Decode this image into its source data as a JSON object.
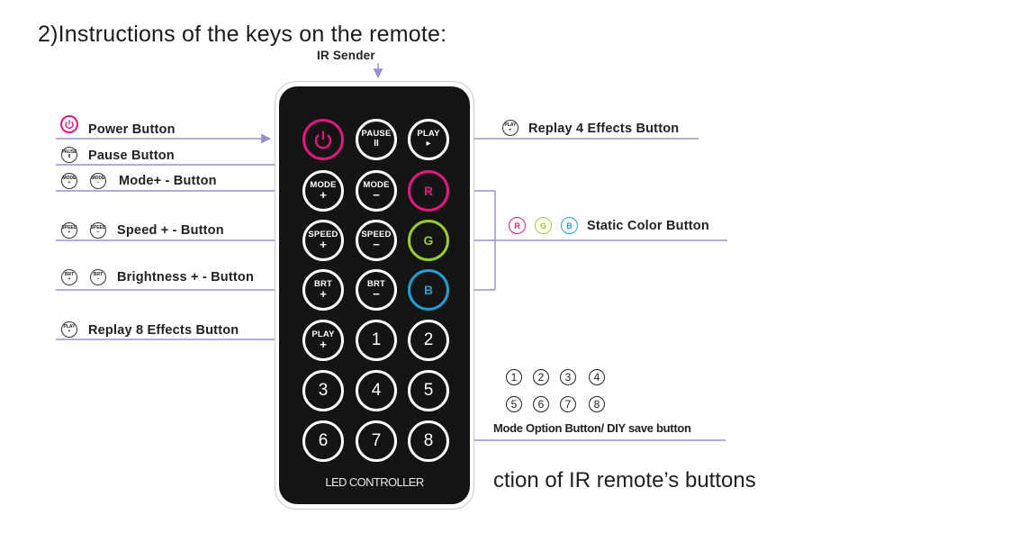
{
  "title": "2)Instructions of the keys on the remote:",
  "ir_sender": "IR Sender",
  "labels": {
    "power": "Power Button",
    "pause": "Pause Button",
    "mode": "Mode+ - Button",
    "speed": "Speed + - Button",
    "brightness": "Brightness + - Button",
    "replay8": "Replay 8 Effects Button",
    "replay4": "Replay 4 Effects Button",
    "static_color": "Static Color Button",
    "mode_option": "Mode Option Button/ DIY save button"
  },
  "mini_icons": {
    "pause": [
      "PAUSE",
      "II"
    ],
    "mode_plus": [
      "MODE",
      "+"
    ],
    "mode_minus": [
      "MODE",
      "−"
    ],
    "speed_plus": [
      "SPEED",
      "+"
    ],
    "speed_minus": [
      "SPEED",
      "−"
    ],
    "brt_plus": [
      "BRT",
      "+"
    ],
    "brt_minus": [
      "BRT",
      "−"
    ],
    "play": [
      "PLAY",
      "▸"
    ],
    "play_plus": [
      "PLAY",
      "+"
    ]
  },
  "rgb_icons": [
    "R",
    "G",
    "B"
  ],
  "digit_icons": [
    "1",
    "2",
    "3",
    "4",
    "5",
    "6",
    "7",
    "8"
  ],
  "remote": {
    "brand": "LED CONTROLLER",
    "buttons": {
      "pause": [
        "PAUSE",
        "II"
      ],
      "play": [
        "PLAY",
        "▸"
      ],
      "mode_plus": [
        "MODE",
        "+"
      ],
      "mode_minus": [
        "MODE",
        "−"
      ],
      "r": "R",
      "speed_plus": [
        "SPEED",
        "+"
      ],
      "speed_minus": [
        "SPEED",
        "−"
      ],
      "g": "G",
      "brt_plus": [
        "BRT",
        "+"
      ],
      "brt_minus": [
        "BRT",
        "−"
      ],
      "b": "B",
      "play_plus": [
        "PLAY",
        "+"
      ],
      "numbers": [
        "1",
        "2",
        "3",
        "4",
        "5",
        "6",
        "7",
        "8"
      ]
    }
  },
  "caption": "ction of IR remote’s buttons",
  "colors": {
    "arrow": "#9a8fd4",
    "pink": "#e0187f",
    "green": "#9ccc2a",
    "blue": "#1e9fd8",
    "remote_body": "#141414"
  }
}
